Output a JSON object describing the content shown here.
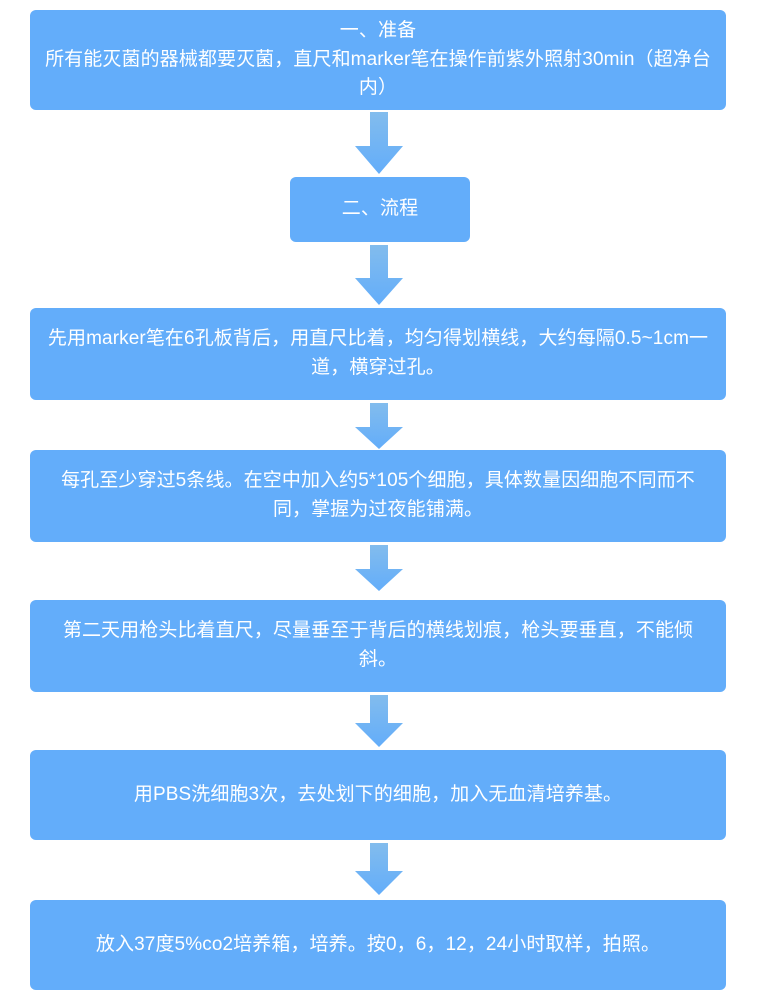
{
  "diagram": {
    "title_text_color": "#ffffff",
    "node_fill": "#63adfa",
    "arrow_fill_top": "#7fb8ef",
    "arrow_fill_bottom": "#6cb6fb",
    "background": "#ffffff",
    "nodes": [
      {
        "id": "node-preparation",
        "name": "node-preparation",
        "text": "一、准备\n所有能灭菌的器械都要灭菌，直尺和marker笔在操作前紫外照射30min（超净台内）"
      },
      {
        "id": "node-process-header",
        "name": "node-process-header",
        "text": "二、流程"
      },
      {
        "id": "node-step-1",
        "name": "node-step-draw-lines",
        "text": "先用marker笔在6孔板背后，用直尺比着，均匀得划横线，大约每隔0.5~1cm一道，横穿过孔。"
      },
      {
        "id": "node-step-2",
        "name": "node-step-seed-cells",
        "text": "每孔至少穿过5条线。在空中加入约5*105个细胞，具体数量因细胞不同而不同，掌握为过夜能铺满。"
      },
      {
        "id": "node-step-3",
        "name": "node-step-scratch",
        "text": "第二天用枪头比着直尺，尽量垂至于背后的横线划痕，枪头要垂直，不能倾斜。"
      },
      {
        "id": "node-step-4",
        "name": "node-step-wash-pbs",
        "text": "用PBS洗细胞3次，去处划下的细胞，加入无血清培养基。"
      },
      {
        "id": "node-step-5",
        "name": "node-step-incubate",
        "text": "放入37度5%co2培养箱，培养。按0，6，12，24小时取样，拍照。"
      }
    ],
    "arrows": [
      {
        "name": "arrow-preparation-to-process"
      },
      {
        "name": "arrow-process-to-step-1"
      },
      {
        "name": "arrow-step-1-to-step-2"
      },
      {
        "name": "arrow-step-2-to-step-3"
      },
      {
        "name": "arrow-step-3-to-step-4"
      },
      {
        "name": "arrow-step-4-to-step-5"
      }
    ]
  }
}
